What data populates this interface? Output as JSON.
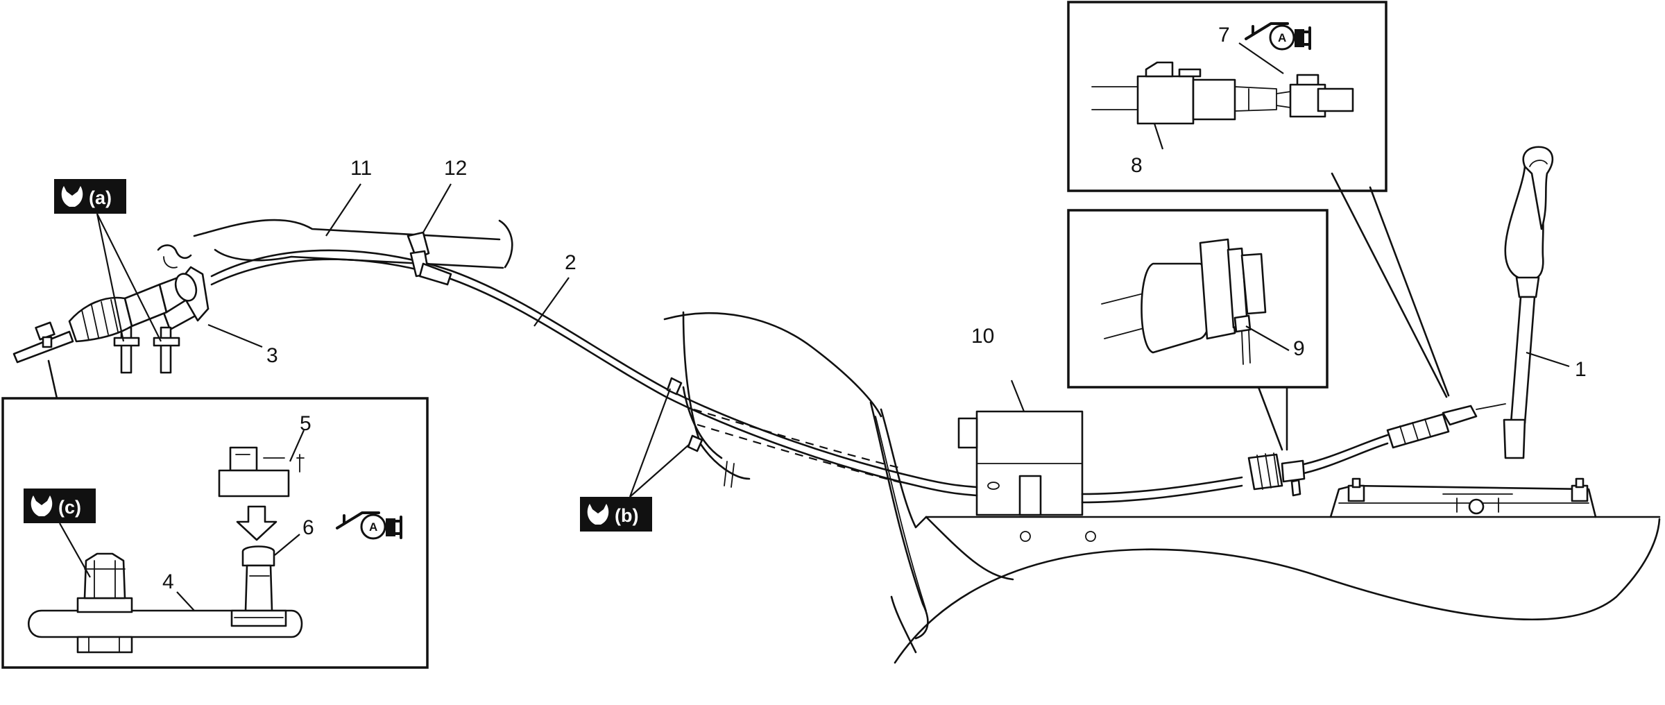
{
  "callouts": {
    "n1": "1",
    "n2": "2",
    "n3": "3",
    "n4": "4",
    "n5": "5",
    "n6": "6",
    "n7": "7",
    "n8": "8",
    "n9": "9",
    "n10": "10",
    "n11": "11",
    "n12": "12"
  },
  "torque_tags": {
    "a": "(a)",
    "b": "(b)",
    "c": "(c)"
  },
  "grease_symbol": {
    "label": "A"
  },
  "icons": {
    "torque": "wrench-torque-icon",
    "grease": "grease-oil-can-icon",
    "install_direction": "down-arrow-icon"
  }
}
